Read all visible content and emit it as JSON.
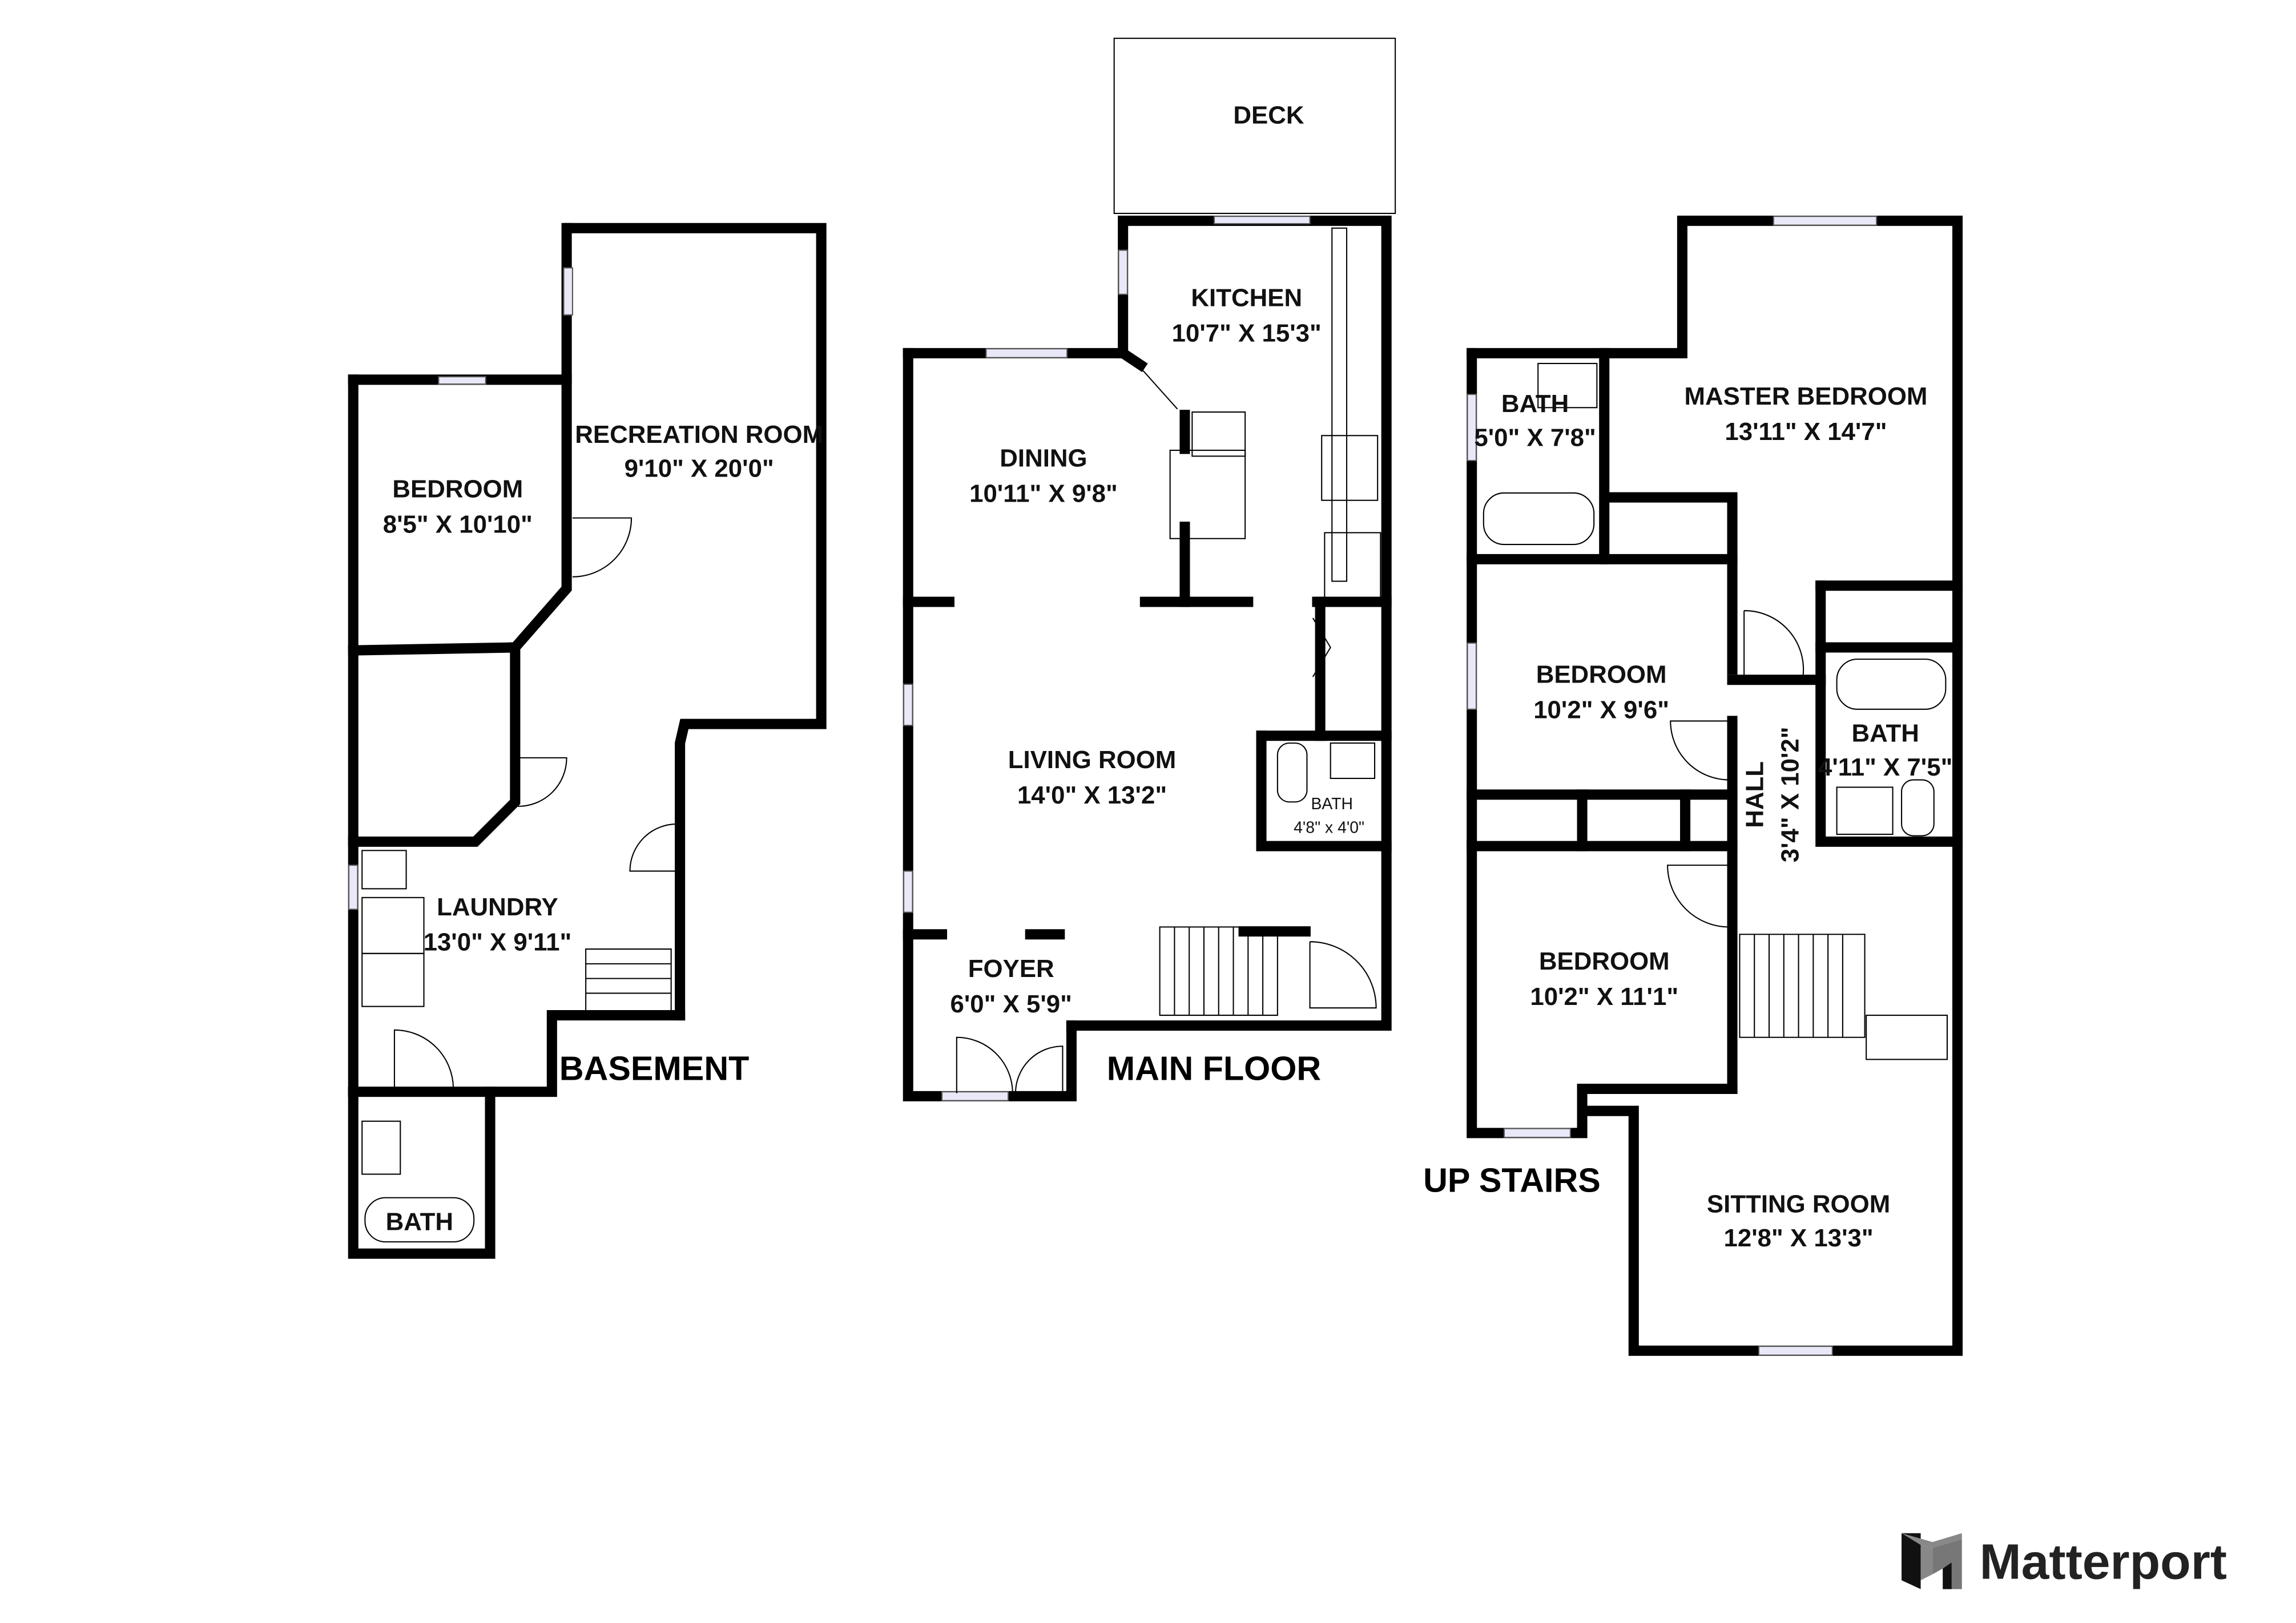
{
  "floors": {
    "basement": {
      "title": "BASEMENT",
      "rooms": [
        {
          "name": "RECREATION ROOM",
          "size": "9'10\" X 20'0\""
        },
        {
          "name": "BEDROOM",
          "size": "8'5\" X 10'10\""
        },
        {
          "name": "LAUNDRY",
          "size": "13'0\" X 9'11\""
        },
        {
          "name": "BATH"
        }
      ]
    },
    "main": {
      "title": "MAIN FLOOR",
      "rooms": [
        {
          "name": "DECK"
        },
        {
          "name": "KITCHEN",
          "size": "10'7\" X 15'3\""
        },
        {
          "name": "DINING",
          "size": "10'11\" X 9'8\""
        },
        {
          "name": "LIVING ROOM",
          "size": "14'0\" X 13'2\""
        },
        {
          "name": "BATH",
          "size": "4'8\" x 4'0\""
        },
        {
          "name": "FOYER",
          "size": "6'0\" X 5'9\""
        }
      ]
    },
    "upstairs": {
      "title": "UP STAIRS",
      "rooms": [
        {
          "name": "BATH",
          "size": "5'0\" X 7'8\""
        },
        {
          "name": "MASTER BEDROOM",
          "size": "13'11\" X 14'7\""
        },
        {
          "name": "BEDROOM",
          "size": "10'2\" X 9'6\""
        },
        {
          "name": "HALL",
          "size": "3'4\" X 10'2\""
        },
        {
          "name": "BATH",
          "size": "4'11\" X 7'5\""
        },
        {
          "name": "BEDROOM",
          "size": "10'2\" X 11'1\""
        },
        {
          "name": "SITTING ROOM",
          "size": "12'8\" X 13'3\""
        }
      ]
    }
  },
  "brand": {
    "name": "Matterport"
  }
}
